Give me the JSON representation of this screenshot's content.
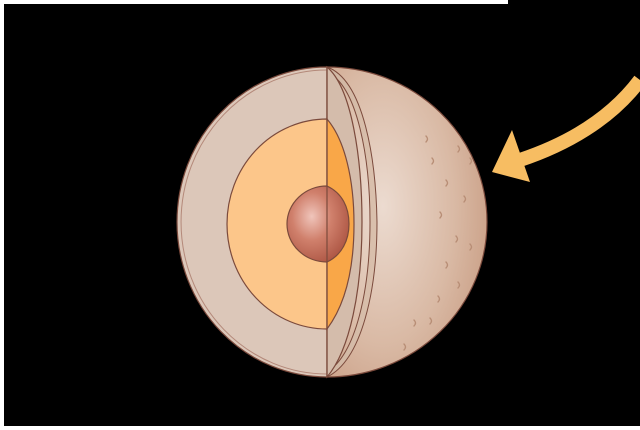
{
  "diagram": {
    "layers": [
      {
        "name": "crust",
        "color": "#dcc7b9"
      },
      {
        "name": "mantle",
        "color": "#fcc68a"
      },
      {
        "name": "mantle-cutaway",
        "color": "#f9a748"
      },
      {
        "name": "core",
        "color": "#c36a58"
      }
    ],
    "surface_color": "#d7b49e",
    "outline_color": "#7b4a3c",
    "arrow_color": "#f7bd62",
    "background_color": "#000000"
  }
}
